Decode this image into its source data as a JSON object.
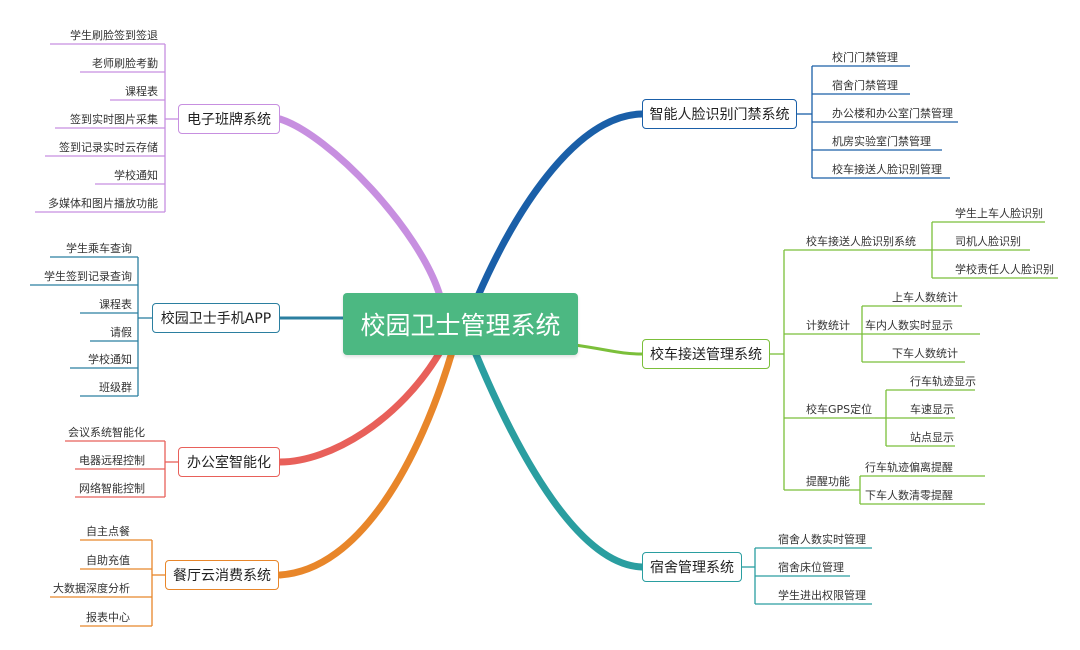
{
  "center": {
    "title": "校园卫士管理系统",
    "color": "#4cb882"
  },
  "branches": {
    "class_board": {
      "title": "电子班牌系统",
      "color": "#c78fe0",
      "items": [
        "学生刷脸签到签退",
        "老师刷脸考勤",
        "课程表",
        "签到实时图片采集",
        "签到记录实时云存储",
        "学校通知",
        "多媒体和图片播放功能"
      ]
    },
    "guard_app": {
      "title": "校园卫士手机APP",
      "color": "#2b7fa0",
      "items": [
        "学生乘车查询",
        "学生签到记录查询",
        "课程表",
        "请假",
        "学校通知",
        "班级群"
      ]
    },
    "office": {
      "title": "办公室智能化",
      "color": "#e8605a",
      "items": [
        "会议系统智能化",
        "电器远程控制",
        "网络智能控制"
      ]
    },
    "canteen": {
      "title": "餐厅云消费系统",
      "color": "#e8862a",
      "items": [
        "自主点餐",
        "自助充值",
        "大数据深度分析",
        "报表中心"
      ]
    },
    "face_gate": {
      "title": "智能人脸识别门禁系统",
      "color": "#1a5fa8",
      "items": [
        "校门门禁管理",
        "宿舍门禁管理",
        "办公楼和办公室门禁管理",
        "机房实验室门禁管理",
        "校车接送人脸识别管理"
      ]
    },
    "bus": {
      "title": "校车接送管理系统",
      "color": "#7bbf3a",
      "groups": [
        {
          "label": "校车接送人脸识别系统",
          "items": [
            "学生上车人脸识别",
            "司机人脸识别",
            "学校责任人人脸识别"
          ]
        },
        {
          "label": "计数统计",
          "items": [
            "上车人数统计",
            "车内人数实时显示",
            "下车人数统计"
          ]
        },
        {
          "label": "校车GPS定位",
          "items": [
            "行车轨迹显示",
            "车速显示",
            "站点显示"
          ]
        },
        {
          "label": "提醒功能",
          "items": [
            "行车轨迹偏离提醒",
            "下车人数清零提醒"
          ]
        }
      ]
    },
    "dorm": {
      "title": "宿舍管理系统",
      "color": "#2a9ea0",
      "items": [
        "宿舍人数实时管理",
        "宿舍床位管理",
        "学生进出权限管理"
      ]
    }
  }
}
